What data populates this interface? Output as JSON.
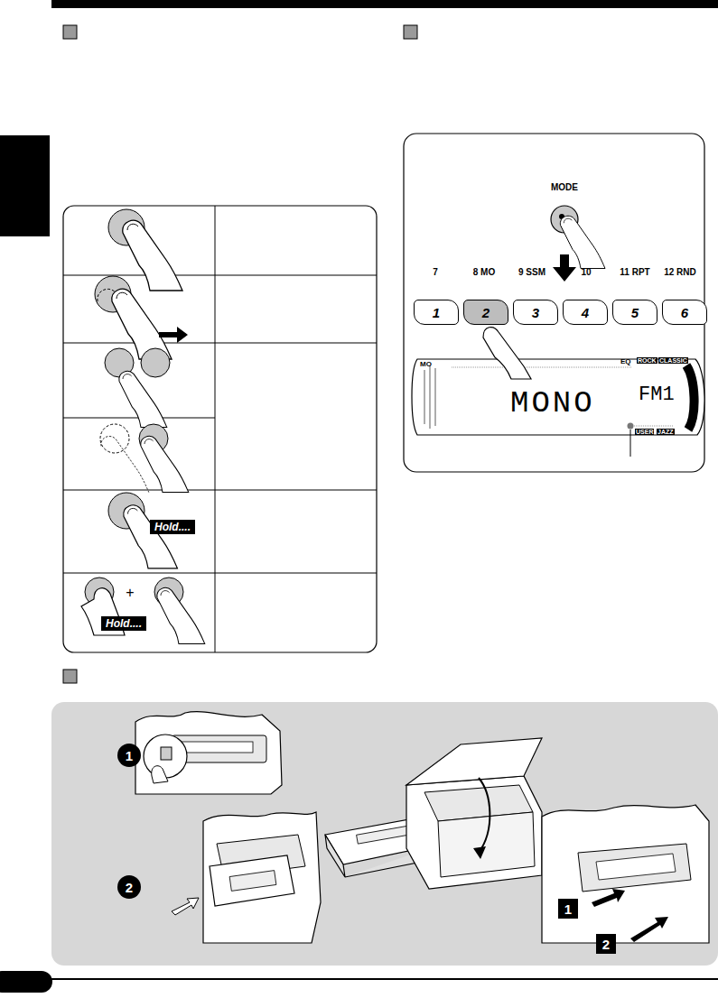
{
  "diagram": {
    "nodes": [
      {
        "text": [
          "Hold...."
        ]
      },
      {
        "text": [
          "Hold...."
        ]
      },
      {
        "text": [
          "MODE"
        ]
      },
      {
        "text": [
          "1"
        ]
      },
      {
        "text": [
          "2"
        ]
      },
      {
        "text": [
          "3"
        ]
      },
      {
        "text": [
          "4"
        ]
      },
      {
        "text": [
          "5"
        ]
      },
      {
        "text": [
          "6"
        ]
      },
      {
        "text": [
          "MO",
          "EQ",
          "ROCK",
          "CLASSIC",
          "MONO",
          "FM1",
          "USER",
          "JAZZ"
        ]
      },
      {
        "text": [
          "1"
        ]
      },
      {
        "text": [
          "2"
        ]
      },
      {
        "text": [
          "1"
        ]
      },
      {
        "text": [
          "2"
        ]
      }
    ],
    "labels": [
      "7",
      "8 MO",
      "9 SSM",
      "10",
      "11 RPT",
      "12 RND",
      "+"
    ]
  }
}
